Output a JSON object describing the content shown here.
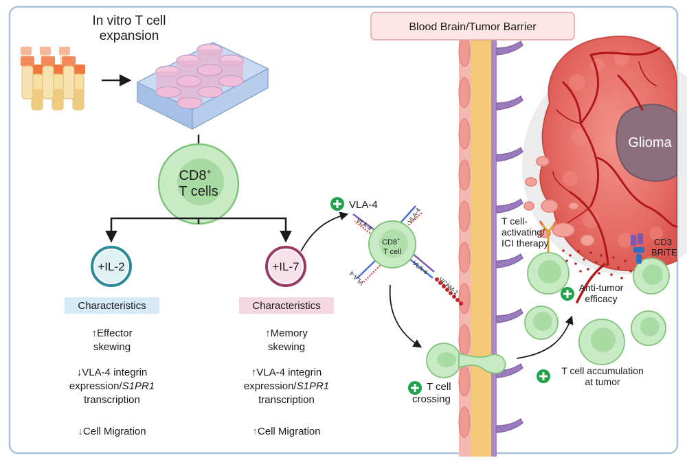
{
  "expansion": {
    "title_line1": "In vitro T cell",
    "title_line2": "expansion"
  },
  "barrier": {
    "label": "Blood Brain/Tumor Barrier"
  },
  "cd8_cell": {
    "line1": "CD8",
    "sup": "+",
    "line2": "T cells"
  },
  "il2": {
    "label": "+IL-2",
    "characteristics": "Characteristics",
    "effector_arrow": "↑",
    "effector_line1": "Effector",
    "effector_line2": "skewing",
    "vla_arrow": "↓",
    "vla_line1": "VLA-4 integrin",
    "vla_line2_a": "expression/",
    "vla_line2_b": "S1PR1",
    "vla_line3": "transcription",
    "migration_arrow": "↓",
    "migration": "Cell Migration",
    "color": "#d6ebf7"
  },
  "il7": {
    "label": "+IL-7",
    "characteristics": "Characteristics",
    "memory_arrow": "↑",
    "memory_line1": "Memory",
    "memory_line2": "skewing",
    "vla_arrow": "↑",
    "vla_line1": "VLA-4 integrin",
    "vla_line2_a": "expression/",
    "vla_line2_b": "S1PR1",
    "vla_line3": "transcription",
    "migration_arrow": "↑",
    "migration": "Cell Migration",
    "color": "#f5d7e1"
  },
  "small_cell": {
    "line1": "CD8",
    "sup": "+",
    "line2": "T cell",
    "vla4": "VLA-4",
    "vcam": "VCAM-1"
  },
  "vla4_plus": "VLA-4",
  "crossing": {
    "line1": "T cell",
    "line2": "crossing"
  },
  "therapy": {
    "line1": "T cell-",
    "line2": "activating/",
    "line3": "ICI therapy"
  },
  "cd3": {
    "line1": "CD3",
    "line2": "BRiTE"
  },
  "anti_tumor": {
    "line1": "Anti-tumor",
    "line2": "efficacy"
  },
  "accumulation": {
    "line1": "T cell accumulation",
    "line2": "at tumor"
  },
  "glioma": "Glioma",
  "colors": {
    "frame": "#a9c0d9",
    "cell_fill": "#c8eac5",
    "cell_stroke": "#7fc47a",
    "il2_ring": "#2a8a9a",
    "il7_ring": "#9a3a62",
    "plus_green": "#1fa24a",
    "tumor": "#e8706a",
    "vessel": "#b0161c"
  }
}
